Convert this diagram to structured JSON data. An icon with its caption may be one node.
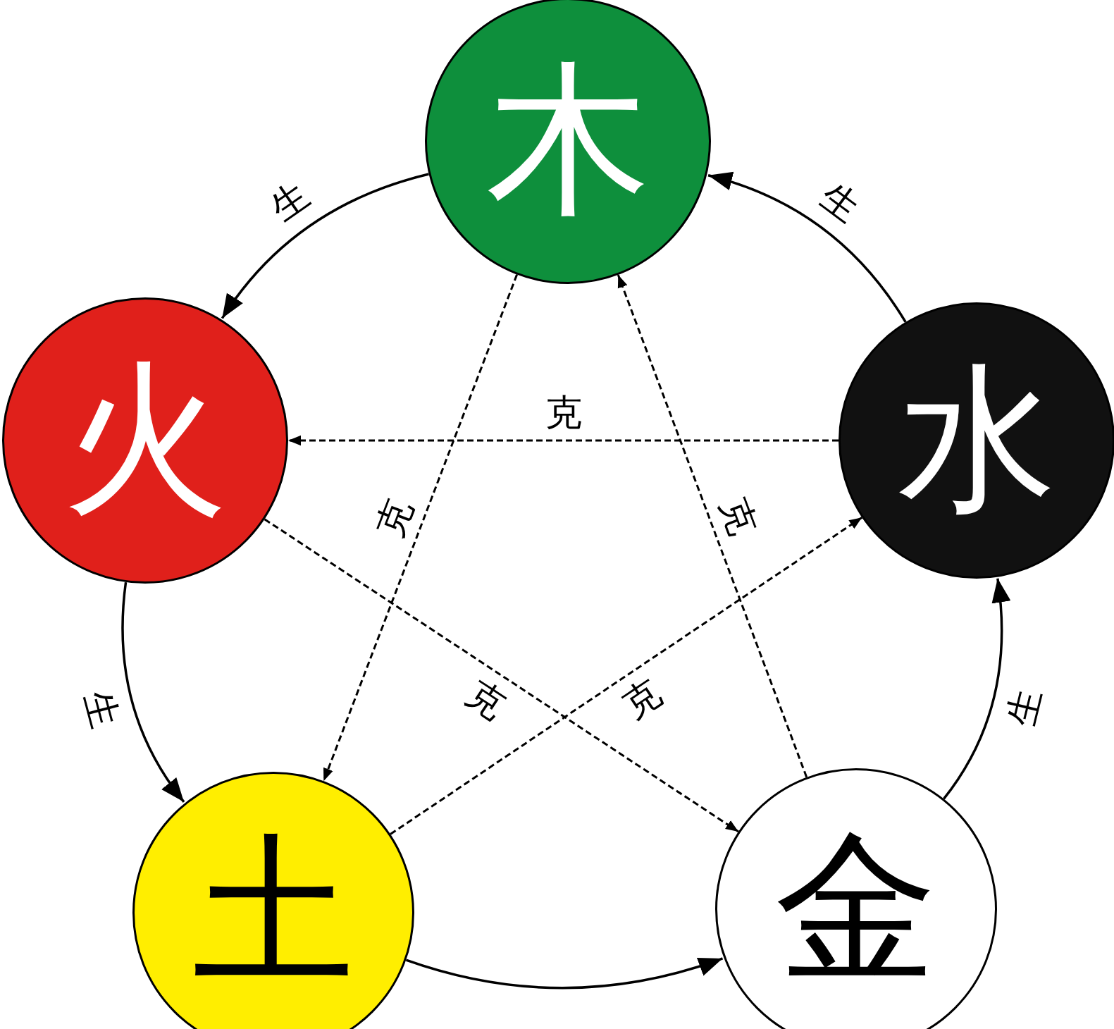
{
  "diagram": {
    "nodes": [
      {
        "text": [
          "木"
        ]
      },
      {
        "text": [
          "火"
        ]
      },
      {
        "text": [
          "水"
        ]
      },
      {
        "text": [
          "土"
        ]
      },
      {
        "text": [
          "金"
        ]
      }
    ],
    "edges": [
      {
        "from": 0,
        "to": 1,
        "arrow": "to",
        "label": "生"
      },
      {
        "from": 1,
        "to": 3,
        "arrow": "to",
        "label": "生"
      },
      {
        "from": 3,
        "to": 4,
        "arrow": "to"
      },
      {
        "from": 4,
        "to": 2,
        "arrow": "to",
        "label": "生"
      },
      {
        "from": 2,
        "to": 0,
        "arrow": "to",
        "label": "生"
      },
      {
        "from": 0,
        "to": 3,
        "arrow": "to",
        "label": "克",
        "style": "dashed"
      },
      {
        "from": 3,
        "to": 2,
        "arrow": "to",
        "label": "克",
        "style": "dashed"
      },
      {
        "from": 2,
        "to": 1,
        "arrow": "to",
        "label": "克",
        "style": "dashed"
      },
      {
        "from": 1,
        "to": 4,
        "arrow": "to",
        "label": "克",
        "style": "dashed"
      },
      {
        "from": 4,
        "to": 0,
        "arrow": "to",
        "label": "克",
        "style": "dashed"
      }
    ]
  }
}
